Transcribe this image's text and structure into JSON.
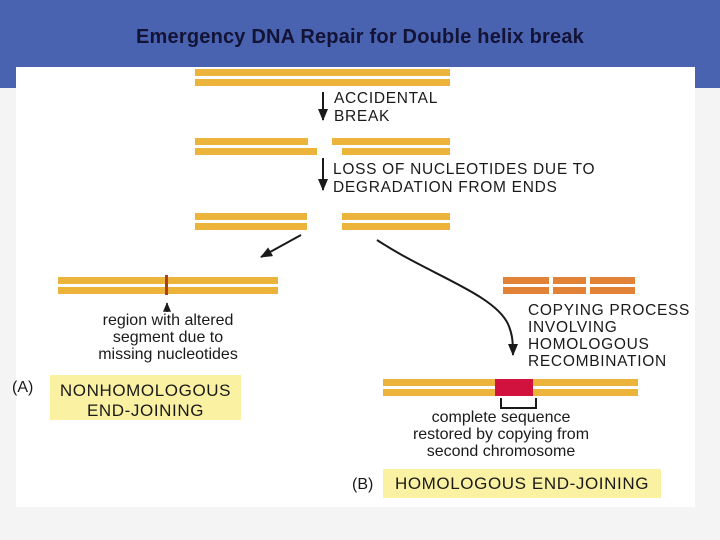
{
  "slide": {
    "title": "Emergency DNA Repair for Double helix break"
  },
  "colors": {
    "header_blue": "#4a63b0",
    "title_text": "#131336",
    "background_gray": "#f4f4f5",
    "panel_white": "#ffffff",
    "dna_yellow": "#ecb43a",
    "homolog_orange": "#e28237",
    "repaired_red": "#d2123e",
    "junction_mark": "#ab4012",
    "highlight_yellow": "#faf2a2",
    "label_text": "#1a1a1a"
  },
  "diagram": {
    "accidental": {
      "line1": "ACCIDENTAL",
      "line2": "BREAK"
    },
    "loss": {
      "line1": "LOSS OF NUCLEOTIDES DUE TO",
      "line2": "DEGRADATION FROM ENDS"
    },
    "altered_region": {
      "line1": "region with altered",
      "line2": "segment due to",
      "line3": "missing nucleotides"
    },
    "copying": {
      "line1": "COPYING PROCESS",
      "line2": "INVOLVING",
      "line3": "HOMOLOGOUS",
      "line4": "RECOMBINATION"
    },
    "restored": {
      "line1": "complete sequence",
      "line2": "restored by copying from",
      "line3": "second chromosome"
    },
    "panel_a": {
      "tag": "(A)",
      "line1": "NONHOMOLOGOUS",
      "line2": "END-JOINING"
    },
    "panel_b": {
      "tag": "(B)",
      "label": "HOMOLOGOUS END-JOINING"
    }
  }
}
